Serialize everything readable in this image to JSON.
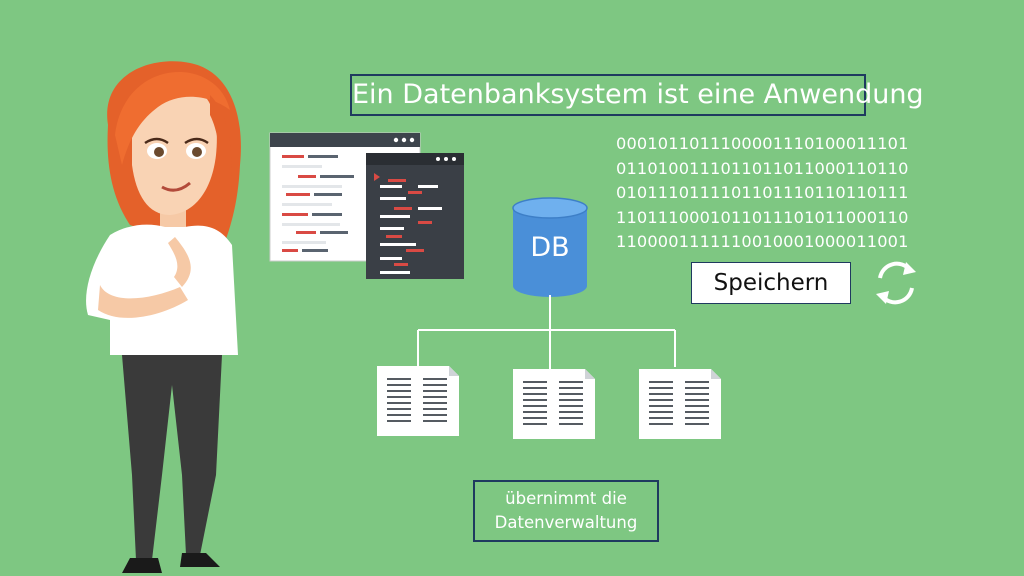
{
  "title": "Ein Datenbanksystem ist eine Anwendung",
  "database_label": "DB",
  "binary_lines": [
    "0001011011100001110100011101",
    "0110100111011011011000110110",
    "0101110111101101110110110111",
    "1101110001011011101011000110",
    "1100001111110010001000011001"
  ],
  "save_button_label": "Speichern",
  "bottom_label_lines": [
    "übernimmt die",
    "Datenverwaltung"
  ],
  "icons": [
    "code-window-icon",
    "database-icon",
    "document-icon",
    "refresh-icon"
  ],
  "colors": {
    "background": "#7ec782",
    "border": "#1f3a5f",
    "database": "#4a8fd8"
  }
}
